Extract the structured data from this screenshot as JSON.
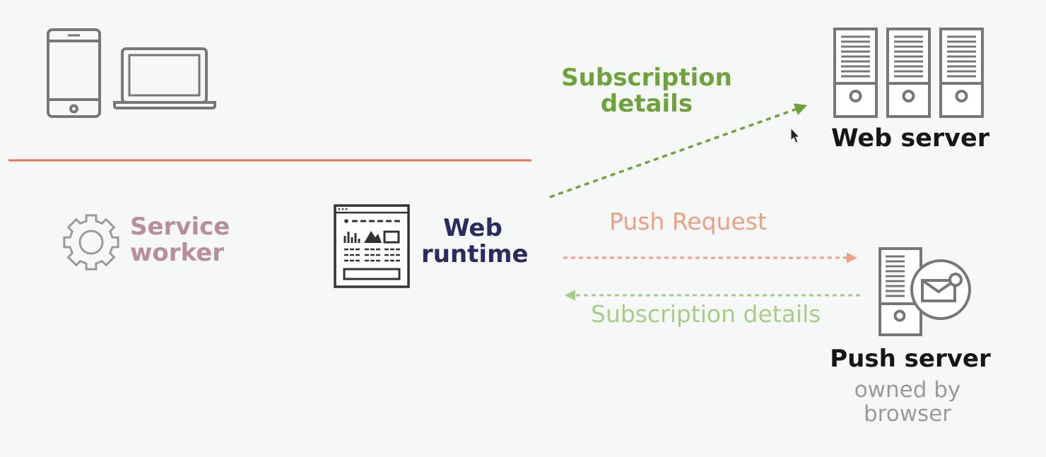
{
  "labels": {
    "subscription_details_top": "Subscription details",
    "web_server": "Web server",
    "service_worker": "Service worker",
    "web_runtime": "Web runtime",
    "push_request": "Push Request",
    "subscription_details_bottom": "Subscription details",
    "push_server": "Push server",
    "owned_by_browser": "owned by browser"
  },
  "icons": [
    "smartphone-icon",
    "laptop-icon",
    "gear-icon",
    "browser-window-icon",
    "server-rack-icon",
    "push-server-icon",
    "envelope-icon",
    "cursor-icon"
  ],
  "colors": {
    "background": "#f6f8f7",
    "divider": "#e4735b",
    "subscription_green": "#6fa23d",
    "subscription_light_green": "#a7cc87",
    "push_request_orange": "#eaa183",
    "service_worker_pink": "#b88d9d",
    "web_runtime_navy": "#2c2a5e",
    "icon_gray": "#777777"
  }
}
